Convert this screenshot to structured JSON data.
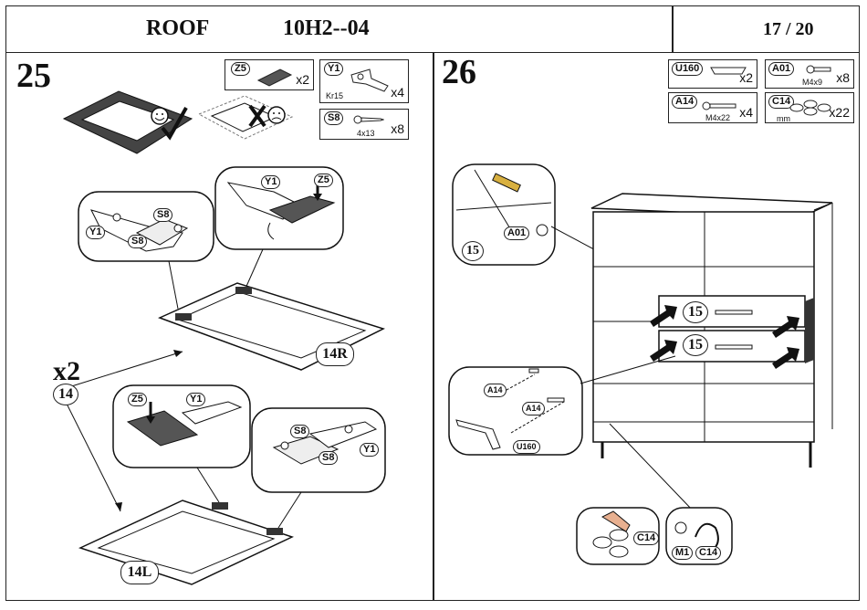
{
  "header": {
    "model": "ROOF",
    "code": "10H2--04",
    "page": "17 / 20"
  },
  "step25": {
    "number": "25",
    "parts": [
      {
        "code": "Z5",
        "qty": "x2",
        "spec": ""
      },
      {
        "code": "Y1",
        "qty": "x4",
        "spec": "Kr15"
      },
      {
        "code": "S8",
        "qty": "x8",
        "spec": "4x13"
      }
    ],
    "multiplier": "x2",
    "callouts": {
      "left_s8": "S8",
      "left_s8b": "S8",
      "left_y1": "Y1",
      "right_y1": "Y1",
      "right_z5": "Z5",
      "lower_z5": "Z5",
      "lower_y1": "Y1",
      "lower_s8": "S8",
      "lower_s8b": "S8",
      "lower_y1b": "Y1"
    },
    "panel_labels": {
      "top": "14R",
      "bottom": "14L",
      "ref": "14"
    }
  },
  "step26": {
    "number": "26",
    "parts": [
      {
        "code": "U160",
        "qty": "x2",
        "spec": ""
      },
      {
        "code": "A01",
        "qty": "x8",
        "spec": "M4x9"
      },
      {
        "code": "A14",
        "qty": "x4",
        "spec": "M4x22"
      },
      {
        "code": "C14",
        "qty": "x22",
        "spec": "mm"
      }
    ],
    "callouts": {
      "drill_a01": "A01",
      "drill_ref": "15",
      "drawer_a": "15",
      "drawer_b": "15",
      "handle_a14a": "A14",
      "handle_a14b": "A14",
      "handle_u160": "U160",
      "pad_c14": "C14",
      "m1": "M1",
      "m1_c14": "C14"
    }
  }
}
